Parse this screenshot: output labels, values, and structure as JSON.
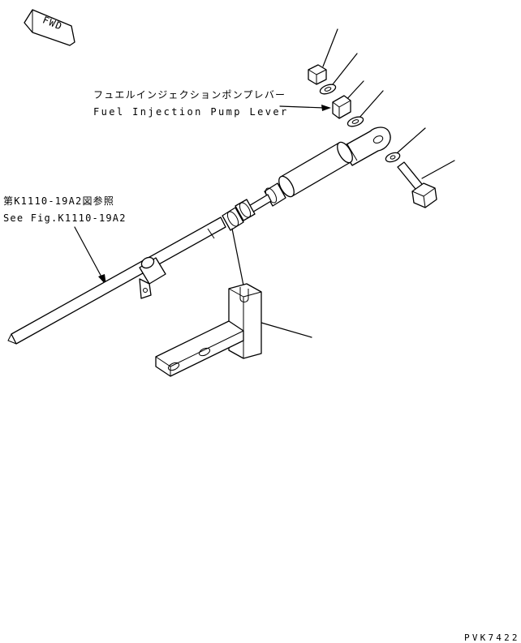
{
  "diagram": {
    "fwd_label": "FWD",
    "label_jp_lever": "フュエルインジェクションポンプレバー",
    "label_en_lever": "Fuel Injection Pump Lever",
    "label_jp_ref": "第K1110-19A2図参照",
    "label_en_ref": "See Fig.K1110-19A2",
    "drawing_code": "PVK7422"
  }
}
